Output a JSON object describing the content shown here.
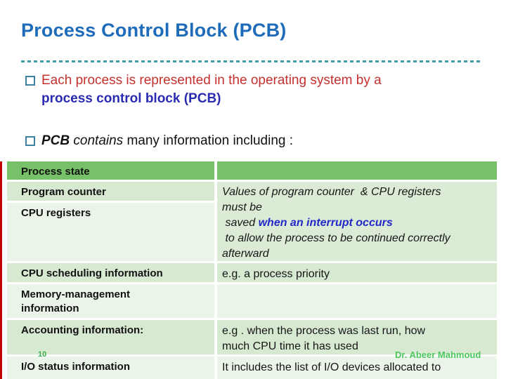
{
  "slide": {
    "title": "Process Control Block (PCB)",
    "page_number": "10",
    "footer": "Dr. Abeer Mahmoud"
  },
  "bullets": {
    "b1_line1": "Each process is represented in the operating system by a",
    "b1_line2": "process control block (PCB)",
    "b2_pcb": "PCB",
    "b2_contains": " contains",
    "b2_rest": " many information including :"
  },
  "table": {
    "header_left": "Process state",
    "row_program_counter": "Program counter",
    "row_cpu_registers": "CPU registers",
    "row_cpu_scheduling": "CPU scheduling information",
    "row_memory": "Memory-management\ninformation",
    "row_accounting": "Accounting information:",
    "row_io": "I/O status information",
    "merged_line1": "Values of program counter  & CPU registers",
    "merged_line2": "must be",
    "merged_line3_pre": " saved ",
    "merged_line3_blue": "when an interrupt occurs",
    "merged_line4": " to allow the process to be continued correctly",
    "merged_line5": "afterward",
    "cell_scheduling": "e.g. a process priority",
    "cell_accounting_l1": "e.g . when the process was last run, how",
    "cell_accounting_l2": "much CPU time it has used",
    "cell_io": "It includes the list of I/O devices allocated to"
  },
  "colors": {
    "title_blue": "#1e6cb9",
    "body_red": "#c5312e",
    "body_navy": "#2b2bb2",
    "interrupt_blue": "#2329c8",
    "header_green": "#77c168",
    "row_band_dark": "#d8e9d2",
    "row_band_light": "#ebf4e8",
    "divider_teal": "#3e9ea4",
    "accent_red_bar": "#c00000",
    "footer_green": "#4cc75f"
  }
}
